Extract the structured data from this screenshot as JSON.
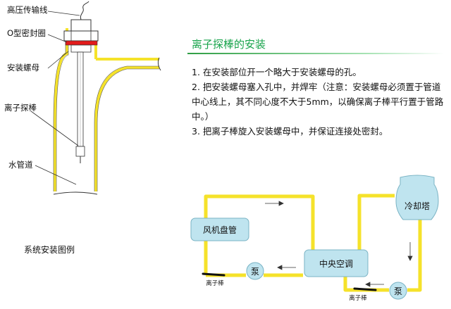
{
  "install_diagram": {
    "labels": {
      "signal_wire": "高压传输线",
      "o_ring": "O型密封圈",
      "mount_nut": "安装螺母",
      "probe": "离子探棒",
      "pipe": "水管道"
    },
    "caption": "系统安装图例"
  },
  "instructions": {
    "title": "离子探棒的安装",
    "steps": [
      "1. 在安装部位开一个略大于安装螺母的孔。",
      "2. 把安装螺母塞入孔中，并焊牢（注意：安装螺母必须置于管道中心线上，其不同心度不大于5mm，以确保离子棒平行置于管路中。）",
      "3. 把离子棒旋入安装螺母中，并保证连接处密封。"
    ]
  },
  "system_diagram": {
    "units": {
      "fan_coil": "风机盘管",
      "central_ac": "中央空调",
      "cooling_tower": "冷却塔",
      "pump_left": "泵",
      "pump_right": "泵"
    },
    "probe_labels": [
      "离子棒",
      "离子棒"
    ]
  },
  "colors": {
    "pipe_yellow": "#f5e22a",
    "unit_blue": "#bfe4ef",
    "title_green": "#16a34a"
  }
}
